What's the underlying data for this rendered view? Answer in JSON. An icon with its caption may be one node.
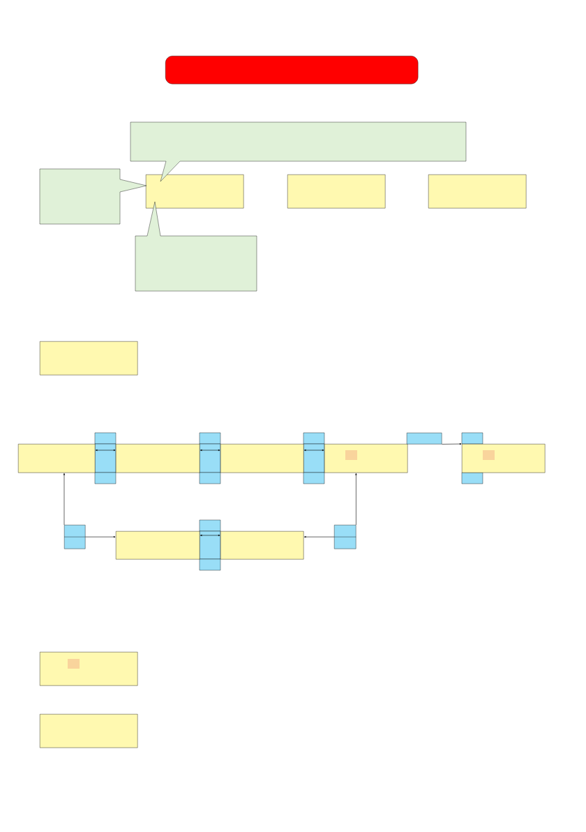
{
  "diagram": {
    "nodes": [
      {
        "text": [],
        "shape": "box"
      },
      {
        "text": [],
        "shape": "callout"
      },
      {
        "text": [],
        "shape": "callout"
      },
      {
        "text": [],
        "shape": "box"
      },
      {
        "text": [],
        "shape": "box"
      },
      {
        "text": [],
        "shape": "box"
      },
      {
        "text": [],
        "shape": "callout"
      },
      {
        "text": [],
        "shape": "box"
      },
      {
        "text": [],
        "shape": "box"
      },
      {
        "text": [],
        "shape": "box"
      },
      {
        "text": [],
        "shape": "box"
      },
      {
        "text": [],
        "shape": "box"
      },
      {
        "text": [],
        "shape": "box"
      },
      {
        "text": [],
        "shape": "box"
      },
      {
        "text": [],
        "shape": "box"
      },
      {
        "text": [],
        "shape": "box"
      },
      {
        "text": [],
        "shape": "box"
      },
      {
        "text": [],
        "shape": "box"
      },
      {
        "text": [],
        "shape": "box"
      },
      {
        "text": [],
        "shape": "box"
      }
    ],
    "edges": [
      {
        "from": 8,
        "to": 9,
        "arrow": "both"
      },
      {
        "from": 9,
        "to": 10,
        "arrow": "both"
      },
      {
        "from": 10,
        "to": 11,
        "arrow": "both"
      },
      {
        "from": 12,
        "to": 13,
        "arrow": "to"
      },
      {
        "from": 14,
        "to": 8,
        "arrow": "to"
      },
      {
        "from": 14,
        "to": 15,
        "arrow": "to"
      },
      {
        "from": 15,
        "to": 16,
        "arrow": "both"
      },
      {
        "from": 17,
        "to": 16,
        "arrow": "to"
      },
      {
        "from": 17,
        "to": 11,
        "arrow": "to"
      }
    ]
  }
}
